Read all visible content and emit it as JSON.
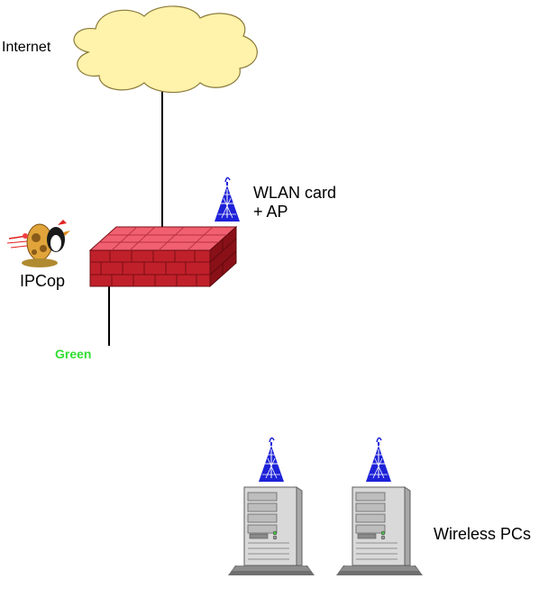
{
  "labels": {
    "internet": "Internet",
    "wlan_card_line1": "WLAN card",
    "wlan_card_line2": "+ AP",
    "ipcop": "IPCop",
    "green": "Green",
    "wireless_pcs": "Wireless PCs"
  },
  "colors": {
    "cloud_fill": "#FFF2AA",
    "cloud_stroke": "#8A7A3A",
    "firewall_front": "#C0202A",
    "firewall_top": "#F06070",
    "firewall_side": "#8A1018",
    "antenna": "#1E22D8",
    "green_label": "#33DD33",
    "pc_body": "#D8D8D8",
    "link_line": "#000000"
  },
  "icons": {
    "cloud": "cloud-icon",
    "firewall": "firewall-icon",
    "antenna": "antenna-icon",
    "mascot": "ipcop-mascot-icon",
    "pc": "pc-tower-icon"
  }
}
